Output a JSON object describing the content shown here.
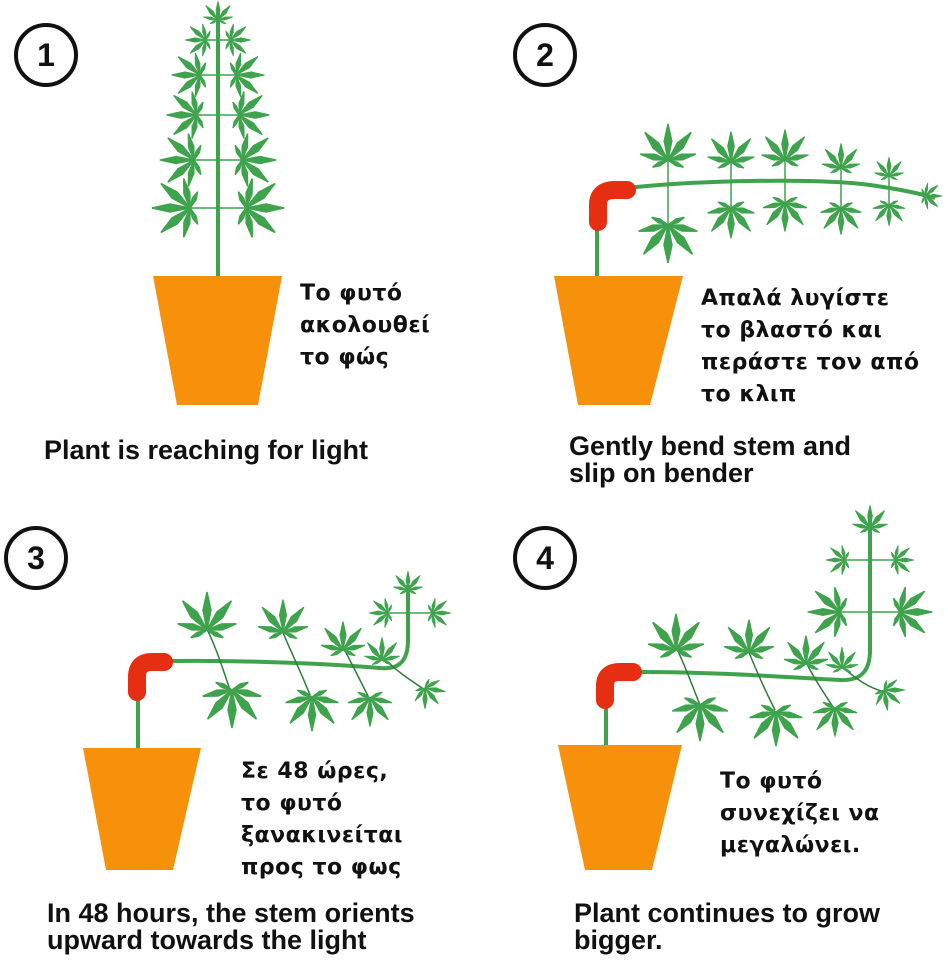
{
  "colors": {
    "leaf": "#3fa34d",
    "stem": "#3fa34d",
    "pot": "#f7910c",
    "bender": "#e62e12",
    "outline": "#111111",
    "background": "#ffffff"
  },
  "steps": [
    {
      "number": "1",
      "greek_text": "Το φυτό\nακολουθεί\nτο φώς",
      "caption": "Plant is reaching for light",
      "icons": [
        "pot-icon",
        "plant-icon"
      ]
    },
    {
      "number": "2",
      "greek_text": "Απαλά λυγίστε\nτο βλαστό και\nπεράστε τον από\nτο κλιπ",
      "caption": "Gently bend stem and\nslip on bender",
      "icons": [
        "pot-icon",
        "bender-clip-icon",
        "plant-icon"
      ]
    },
    {
      "number": "3",
      "greek_text": "Σε 48 ώρες,\nτο φυτό\nξανακινείται\nπρος το φως",
      "caption": "In 48 hours, the stem orients\nupward towards the light",
      "icons": [
        "pot-icon",
        "bender-clip-icon",
        "plant-icon"
      ]
    },
    {
      "number": "4",
      "greek_text": "Το φυτό\nσυνεχίζει να\nμεγαλώνει.",
      "caption": "Plant continues to grow\nbigger.",
      "icons": [
        "pot-icon",
        "bender-clip-icon",
        "plant-icon"
      ]
    }
  ]
}
